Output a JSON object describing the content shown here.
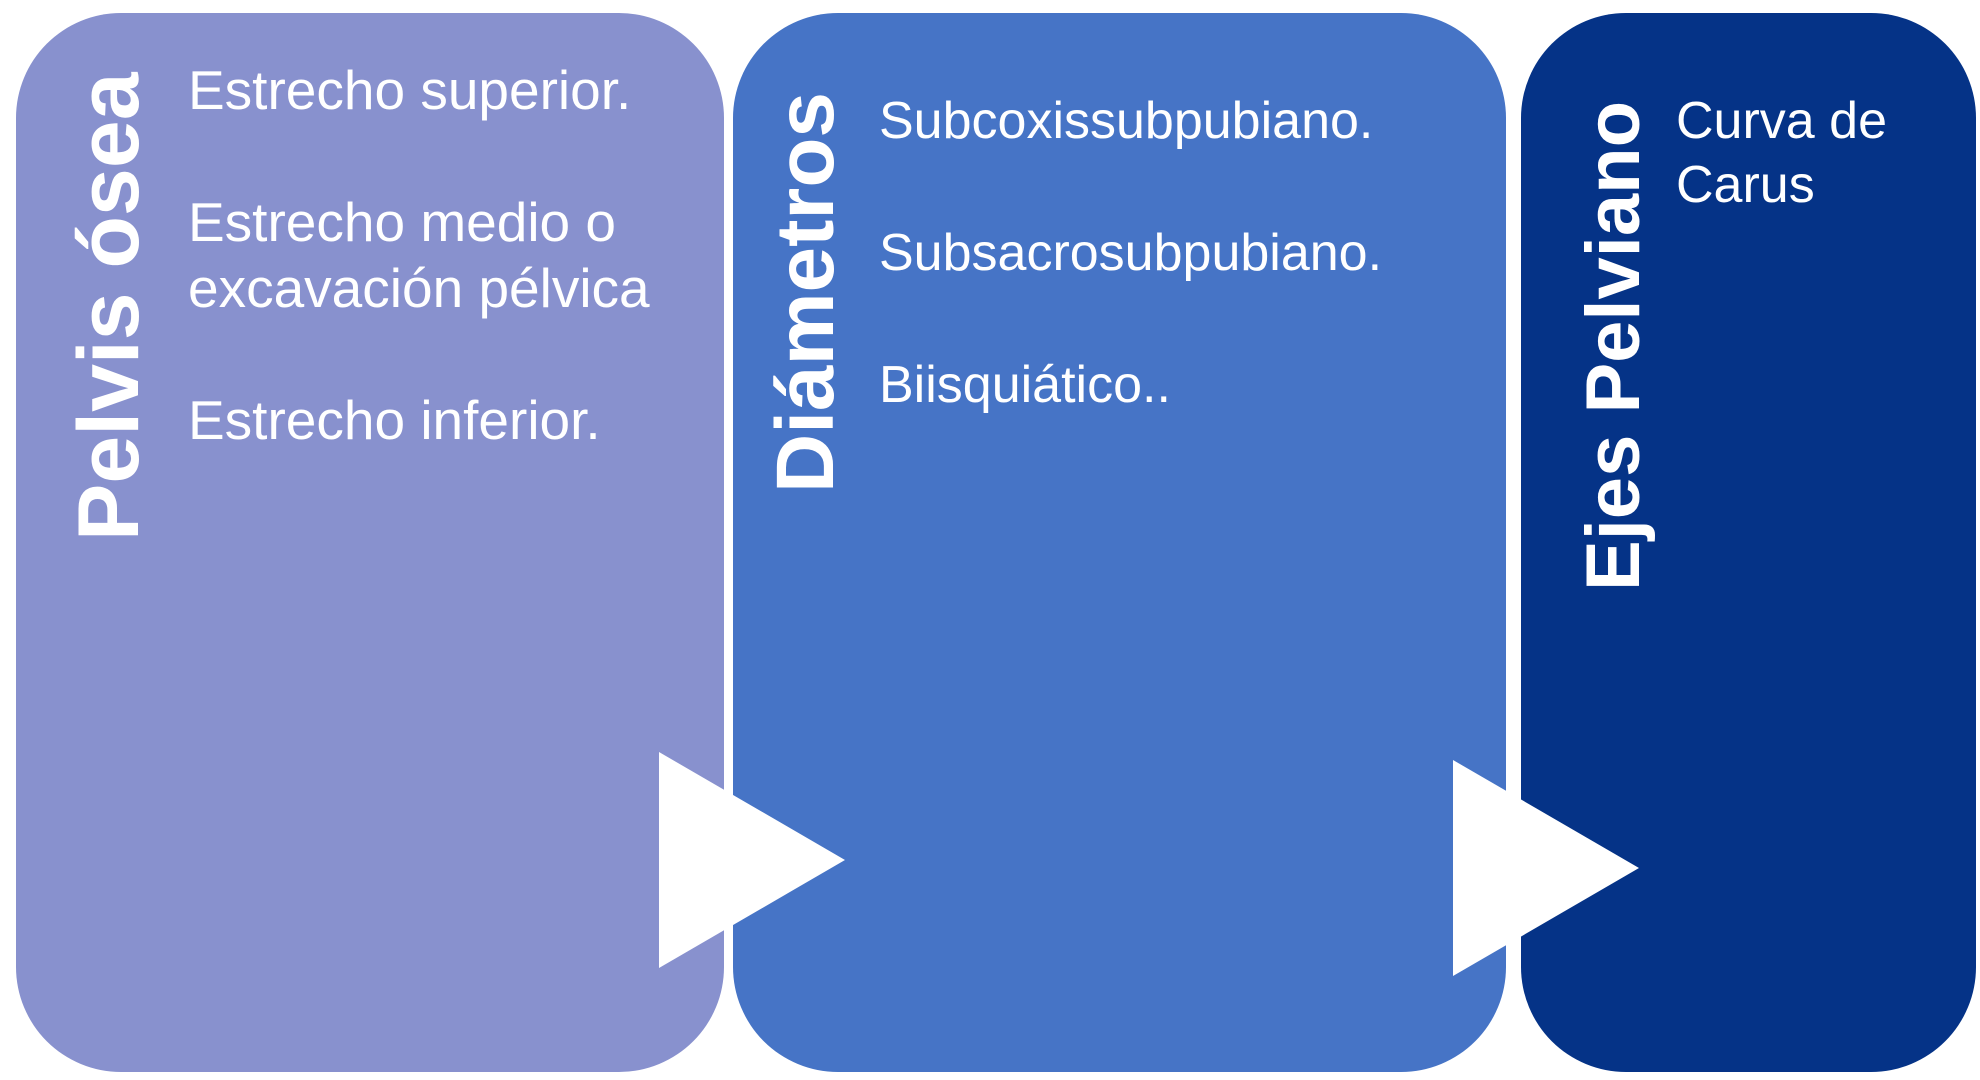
{
  "panels": [
    {
      "title": "Pelvis ósea",
      "color": "#8891CE",
      "items": [
        "Estrecho superior.",
        "Estrecho medio o excavación pélvica",
        "Estrecho inferior."
      ]
    },
    {
      "title": "Diámetros",
      "color": "#4674C6",
      "items": [
        "Subcoxissubpubiano.",
        "Subsacrosubpubiano.",
        "Biisquiático.."
      ]
    },
    {
      "title": "Ejes Pelviano",
      "color": "#053387",
      "items": [
        "Curva de Carus"
      ]
    }
  ],
  "arrows": [
    {
      "icon": "right-triangle-arrow-icon"
    },
    {
      "icon": "right-triangle-arrow-icon"
    }
  ]
}
